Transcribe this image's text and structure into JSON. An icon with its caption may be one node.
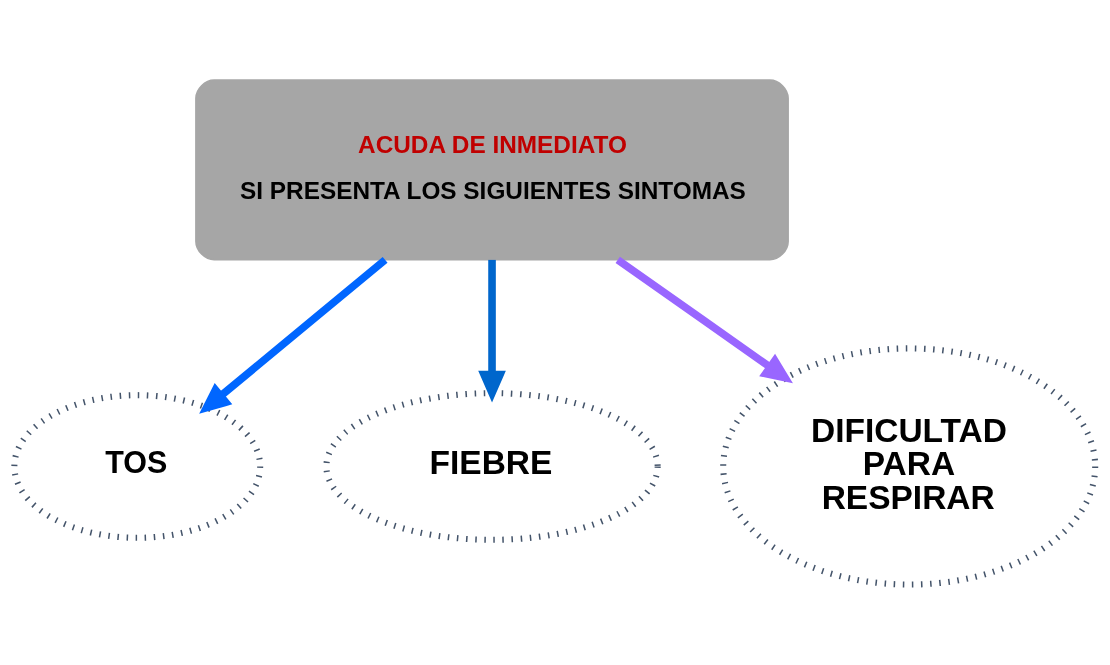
{
  "diagram": {
    "nodes": [
      {
        "text": [
          "ACUDA DE INMEDIATO",
          "SI PRESENTA LOS SIGUIENTES SINTOMAS"
        ]
      },
      {
        "text": [
          "TOS"
        ]
      },
      {
        "text": [
          "FIEBRE"
        ]
      },
      {
        "text": [
          "DIFICULTAD PARA RESPIRAR"
        ]
      }
    ],
    "edges": [
      {
        "from": 0,
        "to": 1,
        "arrow": "to",
        "color": "#0066ff"
      },
      {
        "from": 0,
        "to": 2,
        "arrow": "to",
        "color": "#0066cc"
      },
      {
        "from": 0,
        "to": 3,
        "arrow": "to",
        "color": "#9966ff"
      }
    ]
  }
}
